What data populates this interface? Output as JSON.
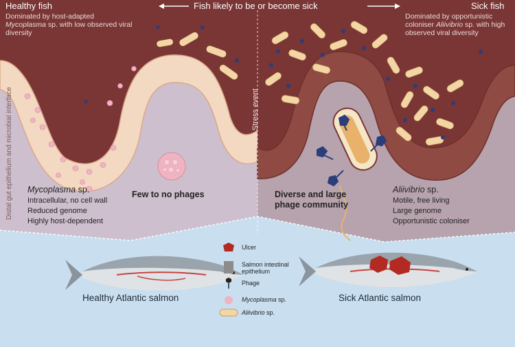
{
  "header": {
    "left": "Healthy fish",
    "center": "Fish likely to be or become sick",
    "right": "Sick fish"
  },
  "left_desc": {
    "pre": "Dominated by host-adapted",
    "genus": "Mycoplasma",
    "post": "sp. with low observed viral diversity"
  },
  "right_desc": {
    "pre": "Dominated by opportunistic coloniser",
    "genus": "Aliivibrio",
    "post": "sp. with high observed viral diversity"
  },
  "side_labels": {
    "vertical_left": "Distal gut epithelium and microbial interface",
    "stress_event": "Stress event"
  },
  "mycoplasma_block": {
    "genus": "Mycoplasma",
    "sp": "sp.",
    "lines": [
      "Intracellular, no cell wall",
      "Reduced genome",
      "Highly host-dependent"
    ]
  },
  "aliivibrio_block": {
    "genus": "Aliivibrio",
    "sp": "sp.",
    "lines": [
      "Motile, free living",
      "Large genome",
      "Opportunistic coloniser"
    ]
  },
  "phage_labels": {
    "few": "Few to no phages",
    "diverse_line1": "Diverse and large",
    "diverse_line2": "phage community"
  },
  "captions": {
    "healthy": "Healthy Atlantic salmon",
    "sick": "Sick Atlantic salmon"
  },
  "legend": [
    {
      "label": "Ulcer",
      "icon": "ulcer-icon"
    },
    {
      "label_line1": "Salmon intestinal",
      "label_line2": "epithelium",
      "icon": "epithelium-icon"
    },
    {
      "label": "Phage",
      "icon": "phage-icon"
    },
    {
      "genus": "Mycoplasma",
      "sp": "sp.",
      "icon": "mycoplasma-icon"
    },
    {
      "genus": "Aliivibrio",
      "sp": "sp.",
      "icon": "aliivibrio-icon"
    }
  ],
  "colors": {
    "lumen": "#7a3535",
    "healthy_gut": "#cdbfcd",
    "sick_gut": "#b7a3ad",
    "water": "#c9dff0",
    "epithelium_healthy": "#f4d9c2",
    "epithelium_sick": "#8e4a43",
    "ulcer": "#b22a22",
    "mycoplasma": "#efb4c2",
    "aliivibrio": "#f3d6a4",
    "phage": "#2b3d7a"
  }
}
